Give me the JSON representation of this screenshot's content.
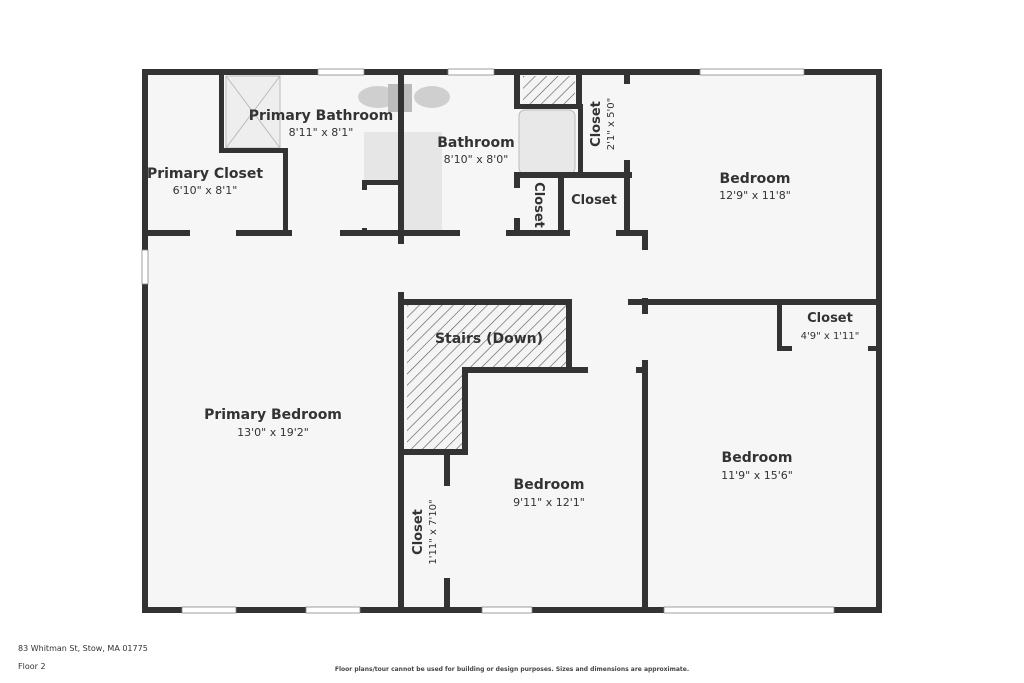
{
  "rooms": {
    "primary_bathroom": {
      "name": "Primary Bathroom",
      "dims": "8'11\" x 8'1\""
    },
    "primary_closet": {
      "name": "Primary Closet",
      "dims": "6'10\" x 8'1\""
    },
    "bathroom": {
      "name": "Bathroom",
      "dims": "8'10\" x 8'0\""
    },
    "closet_upper_vertical": {
      "name": "Closet",
      "dims": "2'1\" x 5'0\""
    },
    "closet_small_vertical": {
      "name": "Closet"
    },
    "closet_small": {
      "name": "Closet"
    },
    "bedroom_top_right": {
      "name": "Bedroom",
      "dims": "12'9\" x 11'8\""
    },
    "closet_right": {
      "name": "Closet",
      "dims": "4'9\" x 1'11\""
    },
    "stairs": {
      "name": "Stairs (Down)"
    },
    "primary_bedroom": {
      "name": "Primary Bedroom",
      "dims": "13'0\" x 19'2\""
    },
    "bedroom_middle": {
      "name": "Bedroom",
      "dims": "9'11\" x 12'1\""
    },
    "bedroom_bottom_right": {
      "name": "Bedroom",
      "dims": "11'9\" x 15'6\""
    },
    "closet_lower_vertical": {
      "name": "Closet",
      "dims": "1'11\" x 7'10\""
    }
  },
  "footer": {
    "address": "83 Whitman St, Stow, MA 01775",
    "floor": "Floor 2",
    "disclaimer": "Floor plans/tour cannot be used for building or design purposes. Sizes and dimensions are approximate."
  }
}
